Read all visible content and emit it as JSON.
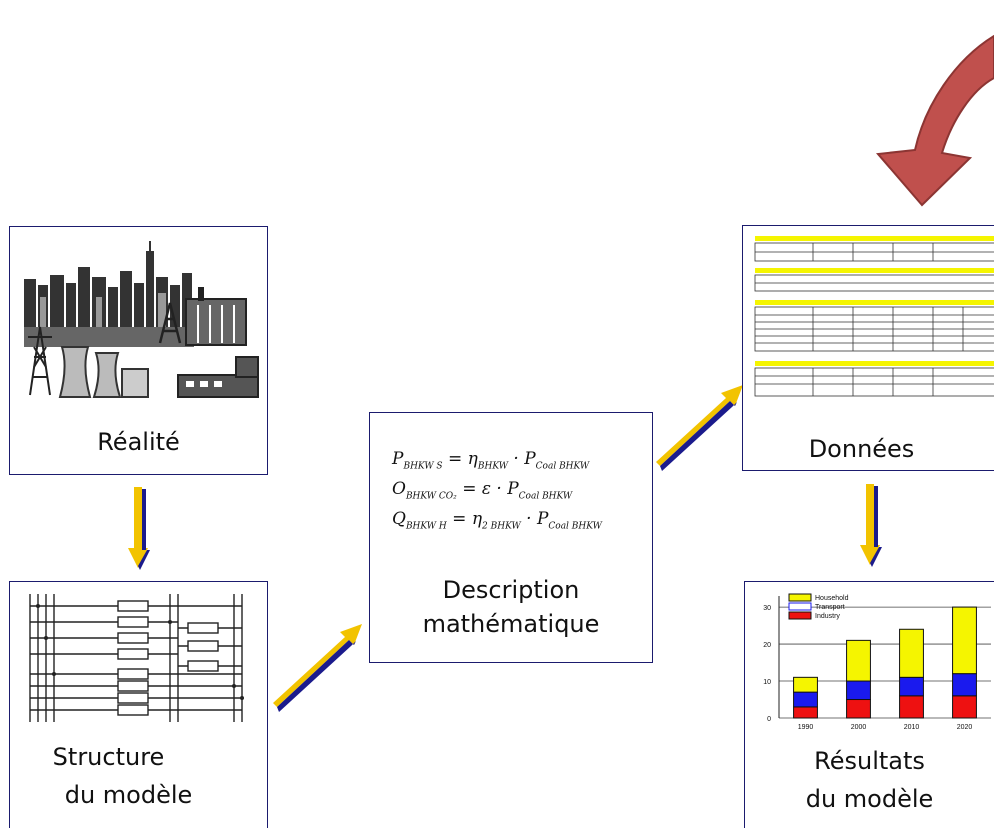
{
  "nodes": {
    "realite": {
      "label": "Réalité"
    },
    "structure": {
      "line1": "Structure",
      "line2": "du modèle"
    },
    "description": {
      "line1": "Description",
      "line2": "mathématique",
      "equations": [
        {
          "lhs": "P",
          "lhs_sub": "BHKW S",
          "rhs_coef": "η",
          "rhs_coef_sub": "BHKW",
          "rhs_var": "P",
          "rhs_var_sub": "Coal BHKW"
        },
        {
          "lhs": "O",
          "lhs_sub": "BHKW CO₂",
          "rhs_coef": "ε",
          "rhs_coef_sub": "",
          "rhs_var": "P",
          "rhs_var_sub": "Coal BHKW"
        },
        {
          "lhs": "Q",
          "lhs_sub": "BHKW H",
          "rhs_coef": "η",
          "rhs_coef_sub": "2 BHKW",
          "rhs_var": "P",
          "rhs_var_sub": "Coal BHKW"
        }
      ]
    },
    "donnees": {
      "label": "Données"
    },
    "resultats": {
      "line1": "Résultats",
      "line2": "du modèle"
    }
  },
  "chart_data": {
    "type": "bar",
    "stacked": true,
    "categories": [
      "1990",
      "2000",
      "2010",
      "2020"
    ],
    "series": [
      {
        "name": "Industry",
        "color": "#ee1111",
        "values": [
          3,
          5,
          6,
          6
        ]
      },
      {
        "name": "Transport",
        "color": "#1a1aee",
        "values": [
          4,
          5,
          5,
          6
        ]
      },
      {
        "name": "Household",
        "color": "#f5f500",
        "values": [
          4,
          11,
          13,
          18
        ]
      }
    ],
    "yticks": [
      "0",
      "10",
      "20",
      "30"
    ],
    "ylim": [
      0,
      33
    ],
    "legend_position": "top-left"
  },
  "colors": {
    "box_border": "#1b1b6e",
    "arrow_yellow": "#f2c300",
    "arrow_navy": "#1b1b8c",
    "curved_arrow": "#c0504d"
  }
}
